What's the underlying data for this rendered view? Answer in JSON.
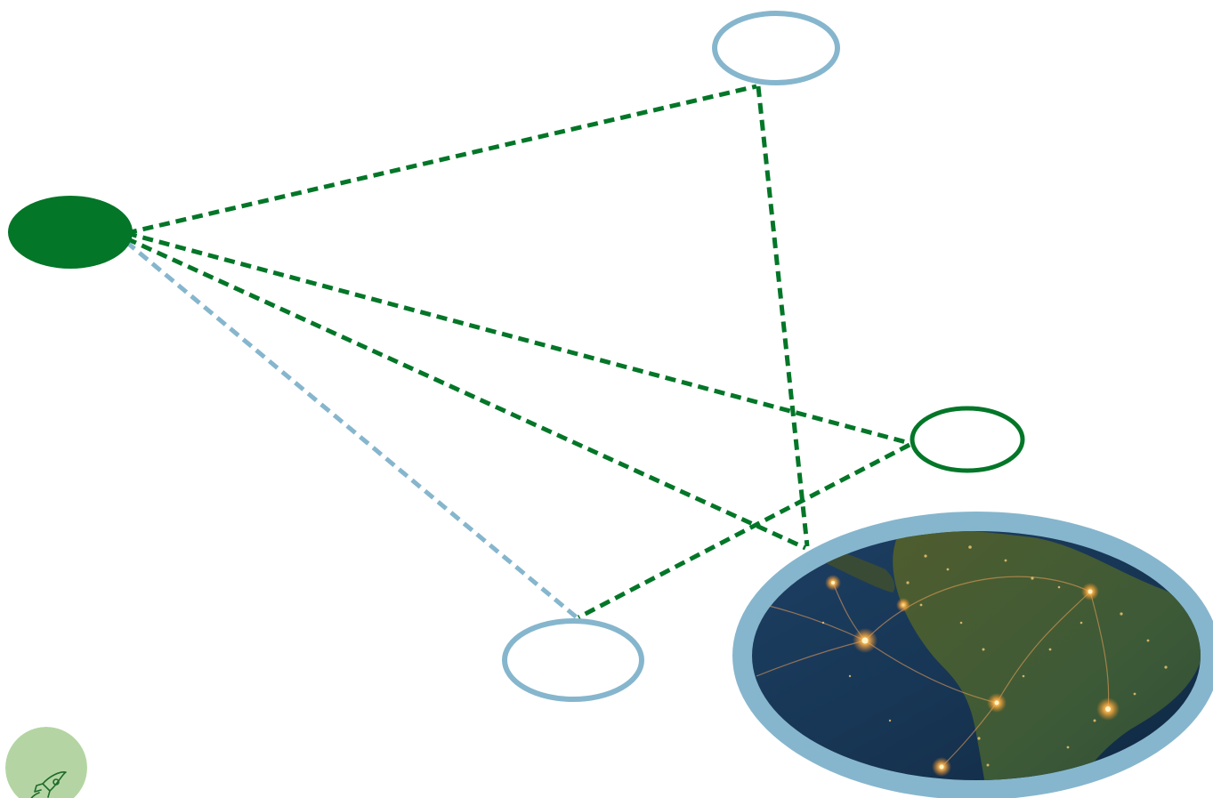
{
  "colors": {
    "green": "#037628",
    "blue": "#86b6cd",
    "badge_fill": "#b4d5a3",
    "badge_icon": "#1f6a2b"
  },
  "nodes": [
    {
      "id": "node-filled-green",
      "style": "filled-green"
    },
    {
      "id": "node-top-blue",
      "style": "outline-blue"
    },
    {
      "id": "node-right-green",
      "style": "outline-green"
    },
    {
      "id": "node-bottom-blue",
      "style": "outline-blue"
    },
    {
      "id": "node-globe-image",
      "style": "image-blue-ring",
      "image": "night-earth-south-america"
    }
  ],
  "edges": [
    {
      "from": "node-filled-green",
      "to": "node-top-blue",
      "style": "dashed-green"
    },
    {
      "from": "node-filled-green",
      "to": "node-right-green",
      "style": "dashed-green"
    },
    {
      "from": "node-filled-green",
      "to": "node-globe-image",
      "style": "dashed-green"
    },
    {
      "from": "node-filled-green",
      "to": "node-bottom-blue",
      "style": "dashed-blue"
    },
    {
      "from": "node-top-blue",
      "to": "node-globe-image",
      "style": "dashed-green"
    },
    {
      "from": "node-right-green",
      "to": "node-bottom-blue",
      "style": "dashed-green"
    }
  ],
  "badge": {
    "icon": "rocket-icon"
  }
}
